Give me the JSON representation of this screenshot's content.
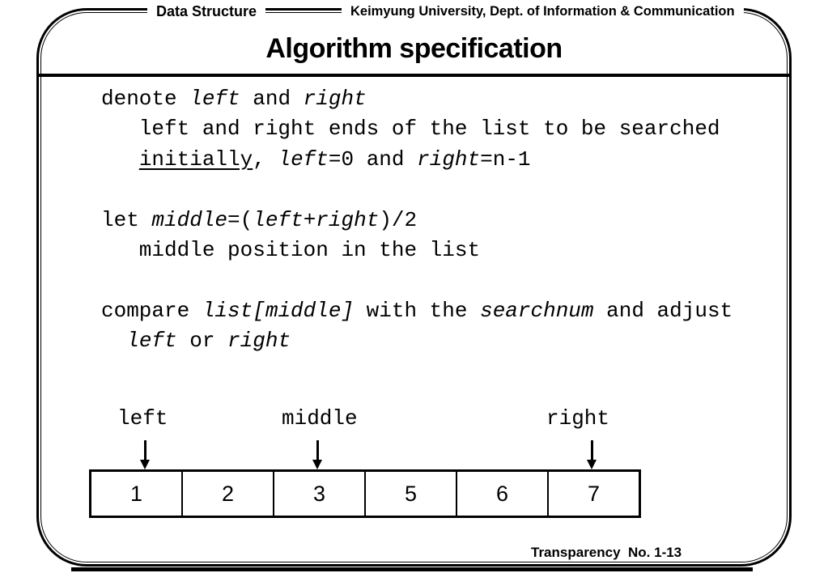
{
  "header": {
    "course": "Data Structure",
    "institution": "Keimyung University, Dept. of Information & Communication"
  },
  "title": "Algorithm specification",
  "body": {
    "lines": [
      {
        "segments": [
          {
            "t": "denote ",
            "s": "n"
          },
          {
            "t": "left",
            "s": "i"
          },
          {
            "t": " and ",
            "s": "n"
          },
          {
            "t": "right",
            "s": "i"
          }
        ]
      },
      {
        "segments": [
          {
            "t": "   left and right ends of the list to be searched",
            "s": "n"
          }
        ]
      },
      {
        "segments": [
          {
            "t": "   ",
            "s": "n"
          },
          {
            "t": "initially",
            "s": "u"
          },
          {
            "t": ", ",
            "s": "n"
          },
          {
            "t": "left",
            "s": "i"
          },
          {
            "t": "=0 and ",
            "s": "n"
          },
          {
            "t": "right",
            "s": "i"
          },
          {
            "t": "=n-1",
            "s": "n"
          }
        ]
      },
      {
        "blank": true
      },
      {
        "segments": [
          {
            "t": "let ",
            "s": "n"
          },
          {
            "t": "middle",
            "s": "i"
          },
          {
            "t": "=(",
            "s": "n"
          },
          {
            "t": "left",
            "s": "i"
          },
          {
            "t": "+",
            "s": "n"
          },
          {
            "t": "right",
            "s": "i"
          },
          {
            "t": ")/2",
            "s": "n"
          }
        ]
      },
      {
        "segments": [
          {
            "t": "   middle position in the list",
            "s": "n"
          }
        ]
      },
      {
        "blank": true
      },
      {
        "segments": [
          {
            "t": "compare ",
            "s": "n"
          },
          {
            "t": "list[middle]",
            "s": "i"
          },
          {
            "t": " with the ",
            "s": "n"
          },
          {
            "t": "searchnum",
            "s": "i"
          },
          {
            "t": " and adjust",
            "s": "n"
          }
        ]
      },
      {
        "segments": [
          {
            "t": "  ",
            "s": "n"
          },
          {
            "t": "left",
            "s": "i"
          },
          {
            "t": " or ",
            "s": "n"
          },
          {
            "t": "right",
            "s": "i"
          }
        ]
      }
    ]
  },
  "diagram": {
    "pointers": [
      {
        "label": "left"
      },
      {
        "label": "middle"
      },
      {
        "label": "right"
      }
    ],
    "cells": [
      "1",
      "2",
      "3",
      "5",
      "6",
      "7"
    ]
  },
  "footer": {
    "transparency": "Transparency  No. 1-13"
  }
}
